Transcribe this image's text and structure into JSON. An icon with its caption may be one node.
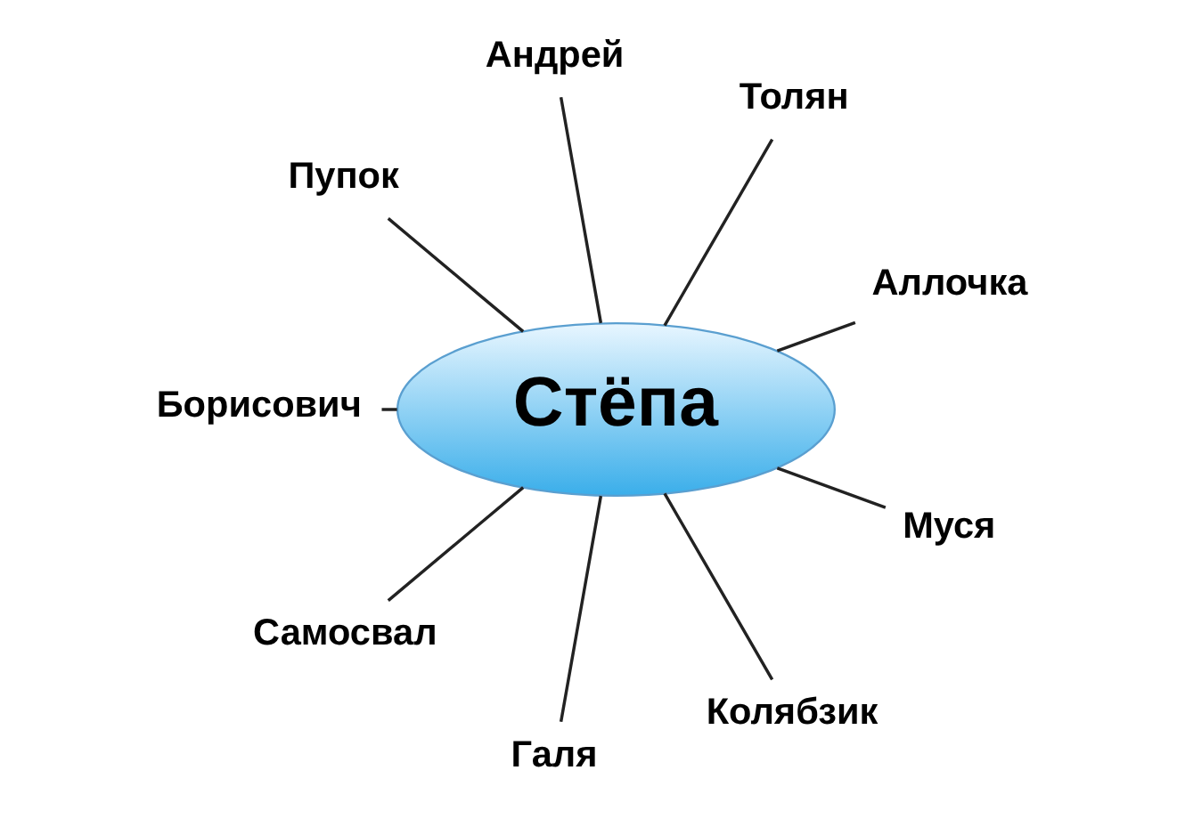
{
  "diagram": {
    "nodes": [
      {
        "text": [
          "Аллочка"
        ]
      },
      {
        "text": [
          "Толян"
        ]
      },
      {
        "text": [
          "Андрей"
        ]
      },
      {
        "text": [
          "Пупок"
        ]
      },
      {
        "text": [
          "Борисович"
        ]
      },
      {
        "text": [
          "Стёпа"
        ]
      },
      {
        "text": [
          "Самосвал"
        ]
      },
      {
        "text": [
          "Галя"
        ]
      },
      {
        "text": [
          "Колябзик"
        ]
      },
      {
        "text": [
          "Муся"
        ]
      }
    ],
    "edges": [
      {
        "from": 5,
        "to": 0,
        "arrow": "none"
      },
      {
        "from": 5,
        "to": 2,
        "arrow": "none"
      },
      {
        "from": 5,
        "to": 4,
        "arrow": "none"
      },
      {
        "from": 5,
        "to": 7,
        "arrow": "none"
      },
      {
        "from": 5,
        "to": 9,
        "arrow": "none"
      },
      {
        "from": 5,
        "to": 8,
        "arrow": "none"
      },
      {
        "from": 5,
        "to": 6,
        "arrow": "none"
      },
      {
        "from": 5,
        "to": 3,
        "arrow": "none"
      },
      {
        "from": 5,
        "to": 1,
        "arrow": "none"
      }
    ]
  }
}
